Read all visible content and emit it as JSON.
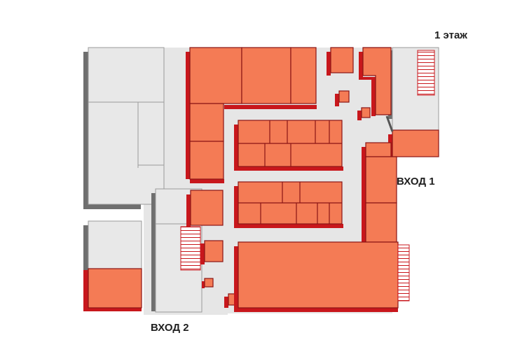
{
  "labels": {
    "floor": "1 этаж",
    "entrance_1": "ВХОД 1",
    "entrance_2": "ВХОД 2"
  },
  "colors": {
    "occupied_fill": "#f47b55",
    "occupied_shadow": "#c8171c",
    "free_fill": "#e8e8e8",
    "free_shadow": "#6f6f6f",
    "corridor": "#e6e6e6",
    "outline": "#8a1414"
  }
}
